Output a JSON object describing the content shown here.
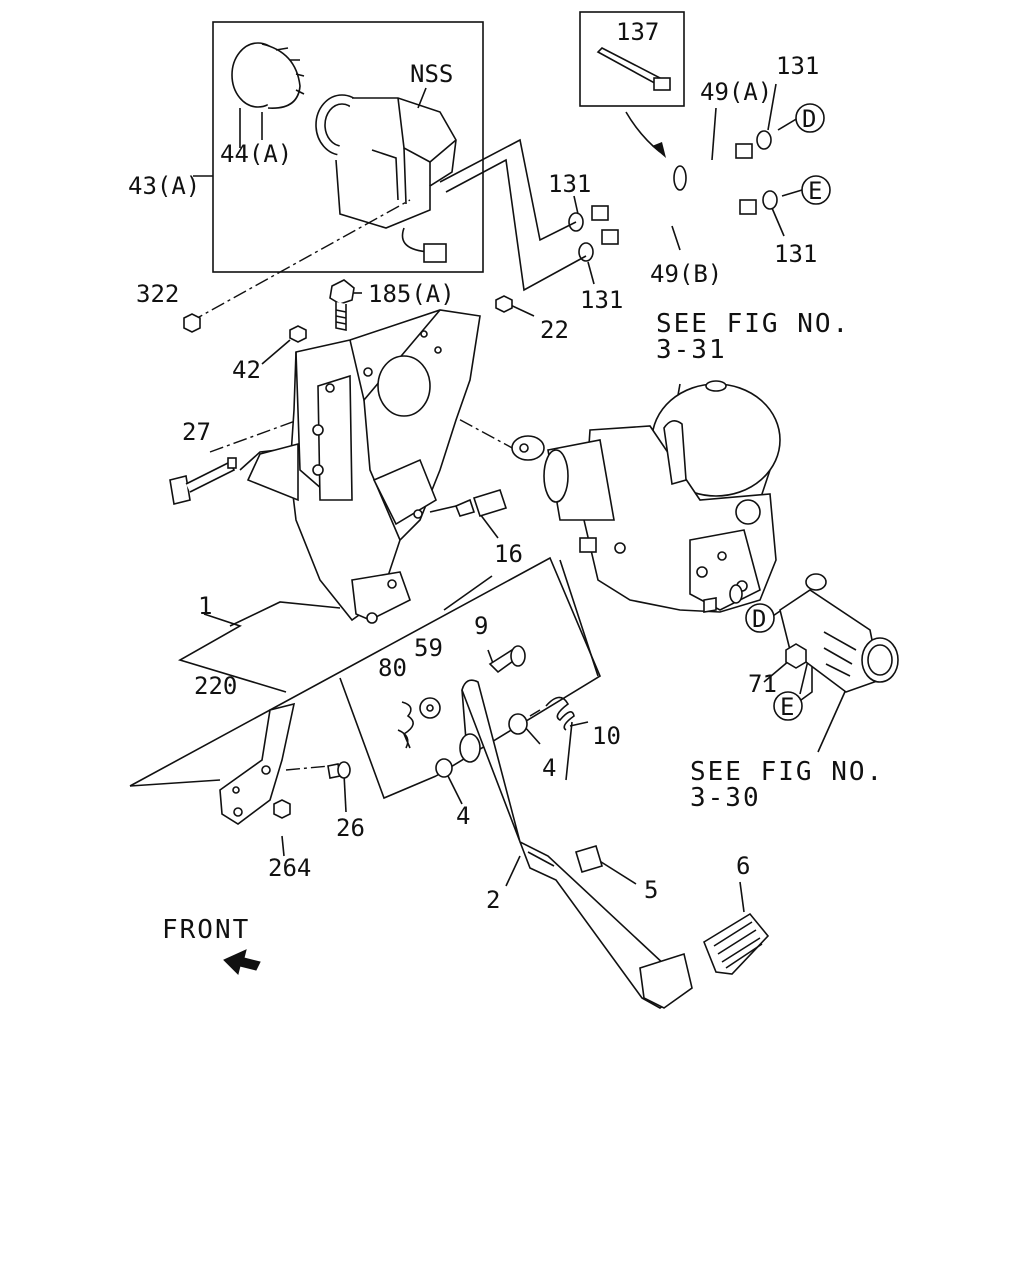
{
  "labels": {
    "l137": "137",
    "l131a": "131",
    "l131b": "131",
    "l131c": "131",
    "l131d": "131",
    "l49a": "49(A)",
    "l49b": "49(B)",
    "lNSS": "NSS",
    "l44a": "44(A)",
    "l43a": "43(A)",
    "l322": "322",
    "l185a": "185(A)",
    "l22": "22",
    "l42": "42",
    "l27": "27",
    "l16": "16",
    "l1": "1",
    "l9": "9",
    "l59": "59",
    "l80": "80",
    "l220": "220",
    "l10": "10",
    "l4a": "4",
    "l4b": "4",
    "l26": "26",
    "l264": "264",
    "l2": "2",
    "l5": "5",
    "l6": "6",
    "l71": "71",
    "cD1": "D",
    "cE1": "E",
    "cD2": "D",
    "cE2": "E",
    "see331a": "SEE FIG NO.",
    "see331b": "3-31",
    "see330a": "SEE FIG NO.",
    "see330b": "3-30",
    "front": "FRONT"
  }
}
